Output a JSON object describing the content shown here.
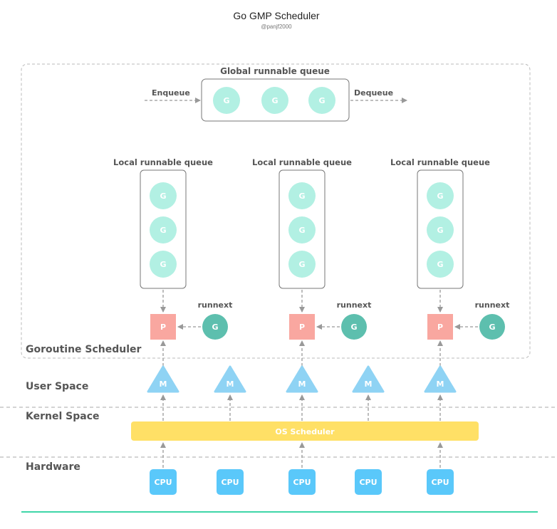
{
  "header": {
    "title": "Go GMP Scheduler",
    "subtitle": "@panjf2000"
  },
  "global_queue": {
    "label": "Global runnable queue",
    "enqueue_label": "Enqueue",
    "dequeue_label": "Dequeue",
    "goroutines": [
      "G",
      "G",
      "G"
    ]
  },
  "processors": [
    {
      "queue_label": "Local runnable queue",
      "goroutines": [
        "G",
        "G",
        "G"
      ],
      "p_label": "P",
      "runnext_label": "runnext",
      "runnext_g": "G"
    },
    {
      "queue_label": "Local runnable queue",
      "goroutines": [
        "G",
        "G",
        "G"
      ],
      "p_label": "P",
      "runnext_label": "runnext",
      "runnext_g": "G"
    },
    {
      "queue_label": "Local runnable queue",
      "goroutines": [
        "G",
        "G",
        "G"
      ],
      "p_label": "P",
      "runnext_label": "runnext",
      "runnext_g": "G"
    }
  ],
  "regions": {
    "goroutine_scheduler": "Goroutine Scheduler",
    "user_space": "User Space",
    "kernel_space": "Kernel Space",
    "hardware": "Hardware"
  },
  "threads": [
    "M",
    "M",
    "M",
    "M",
    "M"
  ],
  "os_scheduler": "OS Scheduler",
  "cpus": [
    "CPU",
    "CPU",
    "CPU",
    "CPU",
    "CPU"
  ],
  "colors": {
    "goroutine_fill": "#b2f0e3",
    "runnext_fill": "#5dbfae",
    "processor_fill": "#f9a7a0",
    "thread_fill": "#8fd3f4",
    "cpu_fill": "#5ac8fa",
    "os_scheduler_fill": "#ffe066",
    "bottom_rule": "#3ed6a8",
    "text_dark": "#555555",
    "arrow": "#999999"
  }
}
